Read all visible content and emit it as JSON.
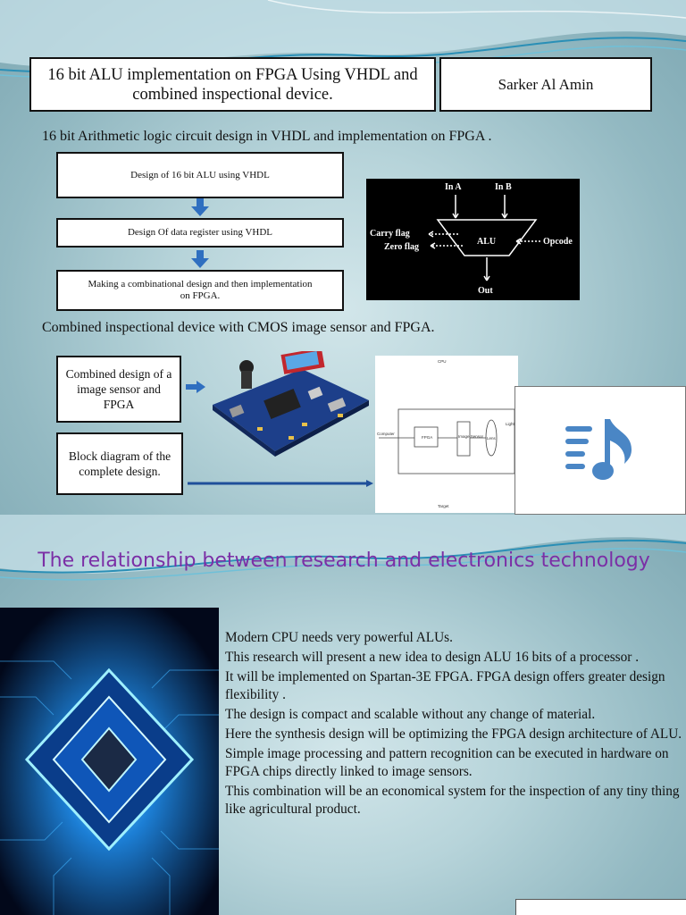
{
  "slide1": {
    "title": "16 bit ALU implementation on FPGA  Using VHDL and combined inspectional device.",
    "author": "Sarker  Al Amin",
    "subtitle1": "16 bit Arithmetic logic circuit design in VHDL and implementation on FPGA .",
    "flow": [
      "Design of 16 bit ALU using VHDL",
      "Design Of data register  using VHDL",
      "Making a combinational design and then implementation on FPGA."
    ],
    "alu_diagram": {
      "in_a": "In A",
      "in_b": "In B",
      "carry_flag": "Carry flag",
      "zero_flag": "Zero flag",
      "alu": "ALU",
      "opcode": "Opcode",
      "out": "Out"
    },
    "subtitle2": "Combined inspectional device with CMOS image sensor and FPGA.",
    "side_box1": "Combined design of a image sensor and FPGA",
    "side_box2": "Block diagram of the complete design.",
    "block_diagram": {
      "top_label": "CPU",
      "computer": "Computer",
      "fpga": "FPGA",
      "sensor": "Image Sensor",
      "lens": "Lens",
      "object": "Light",
      "bottom_label": "Target"
    },
    "audio_icon": "music-note-icon"
  },
  "slide2": {
    "heading": "The relationship between research and electronics technology",
    "bullets": [
      "Modern CPU needs very powerful ALUs.",
      "This research will present a new idea to design ALU 16 bits of a processor .",
      "It will be implemented on Spartan-3E FPGA. FPGA design offers greater design flexibility .",
      "The design is compact and scalable without any change of material.",
      "Here the synthesis design will be optimizing the FPGA design architecture of ALU.",
      "Simple image processing and pattern recognition can be executed in hardware on FPGA chips directly linked to image sensors.",
      "This combination will be an economical system for the inspection of any tiny thing like agricultural product."
    ]
  },
  "colors": {
    "heading": "#7b2fa6",
    "arrow_blue": "#2f6fc0",
    "background_teal": "#9cc3cb"
  }
}
